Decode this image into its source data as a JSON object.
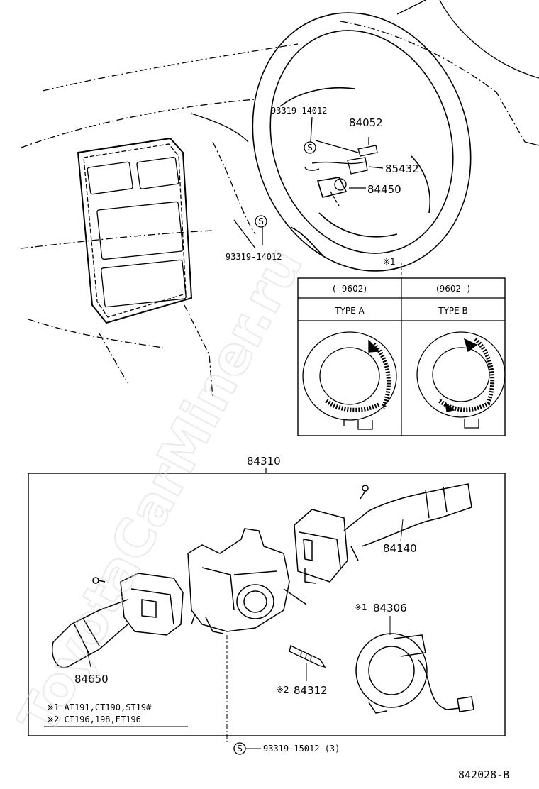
{
  "watermark": "ToyotaCarMiner.ru",
  "diagram_code": "842028-B",
  "callouts": {
    "bolt_upper": "93319-14012",
    "wire_84052": "84052",
    "sensor_85432": "85432",
    "switch_84450": "84450",
    "bolt_lower": "93319-14012",
    "note_marker": "※1",
    "assembly_84310": "84310",
    "lever_84140": "84140",
    "lever_84650": "84650",
    "spiral_84306_marker": "※1",
    "spiral_84306": "84306",
    "pin_84312_marker": "※2",
    "pin_84312": "84312",
    "bolt_bottom": "93319-15012 (3)"
  },
  "type_table": {
    "col_a_date": "(    -9602)",
    "col_b_date": "(9602-     )",
    "col_a_type": "TYPE A",
    "col_b_type": "TYPE B"
  },
  "footnotes": {
    "note1": "※1 AT191,CT190,ST19#",
    "note2": "※2 CT196,198,ET196"
  },
  "symbols": {
    "s_mark": "S"
  }
}
